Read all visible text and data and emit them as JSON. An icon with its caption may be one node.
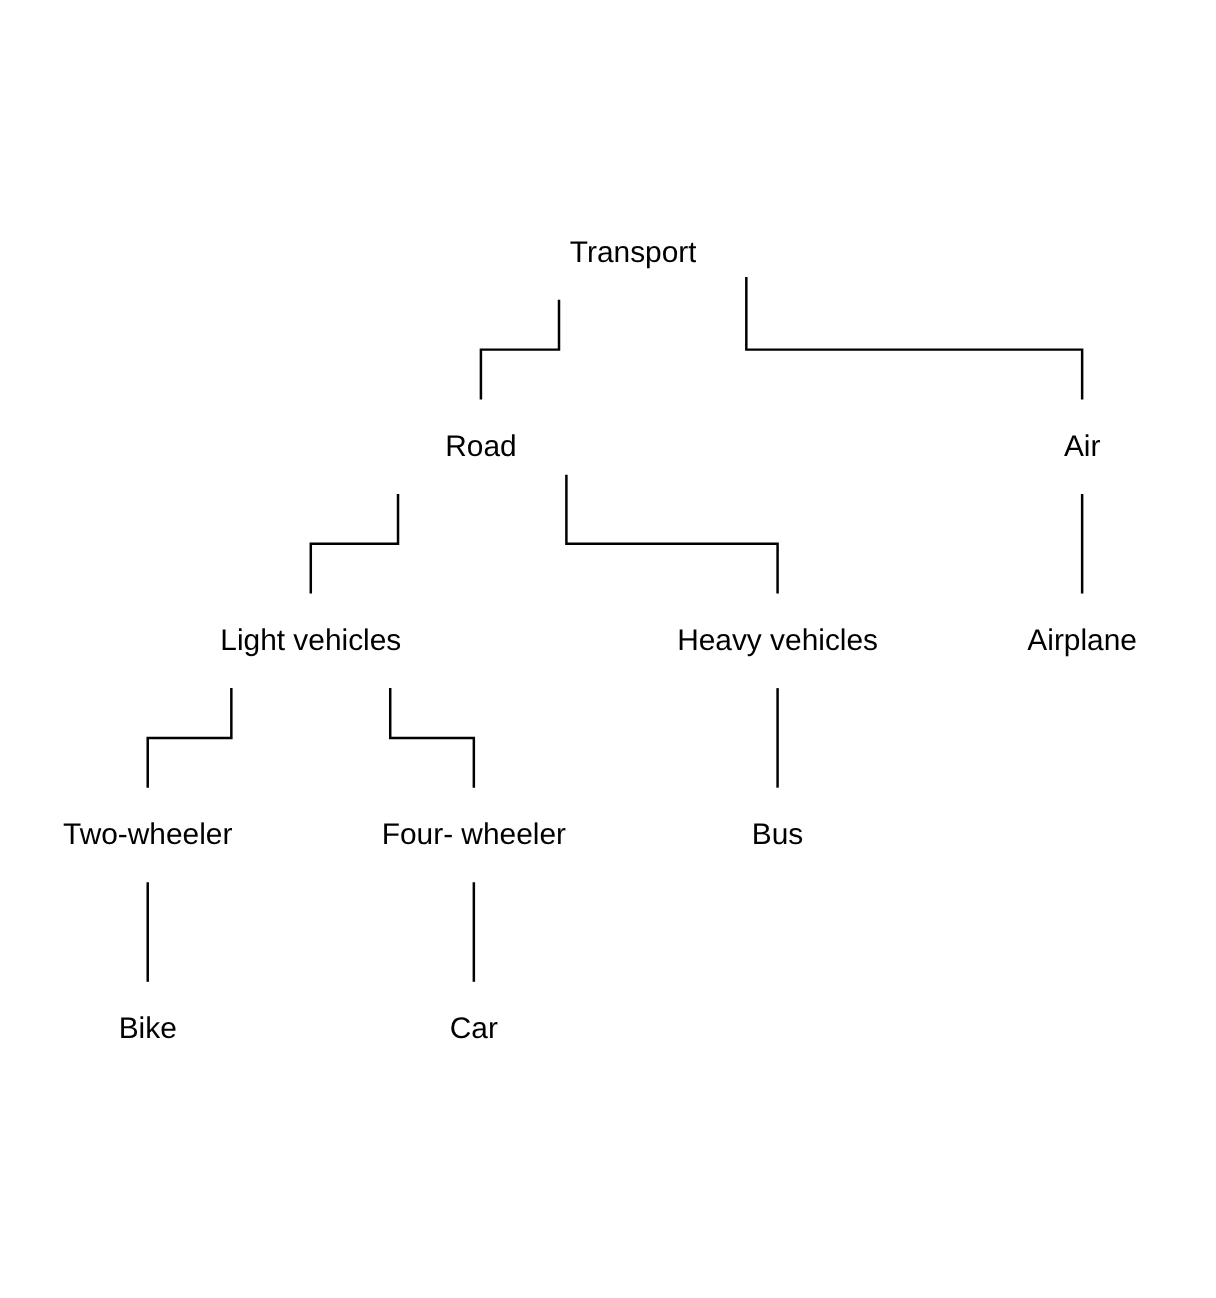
{
  "diagram": {
    "nodes": [
      {
        "text": [
          "Transport"
        ]
      },
      {
        "text": [
          "Air"
        ]
      },
      {
        "text": [
          "Road"
        ]
      },
      {
        "text": [
          "Heavy vehicles"
        ]
      },
      {
        "text": [
          "Light vehicles"
        ]
      },
      {
        "text": [
          "Two-wheeler"
        ]
      },
      {
        "text": [
          "Four- wheeler"
        ]
      },
      {
        "text": [
          "Airplane"
        ]
      },
      {
        "text": [
          "Bus"
        ]
      },
      {
        "text": [
          "Bike"
        ]
      },
      {
        "text": [
          "Car"
        ]
      }
    ],
    "edges": [
      {
        "from": 0,
        "to": 1,
        "arrow": "none"
      },
      {
        "from": 0,
        "to": 2,
        "arrow": "none"
      },
      {
        "from": 2,
        "to": 3,
        "arrow": "none"
      },
      {
        "from": 2,
        "to": 4,
        "arrow": "none"
      },
      {
        "from": 4,
        "to": 5,
        "arrow": "none"
      },
      {
        "from": 4,
        "to": 6,
        "arrow": "none"
      },
      {
        "from": 1,
        "to": 7,
        "arrow": "none"
      },
      {
        "from": 3,
        "to": 8,
        "arrow": "none"
      },
      {
        "from": 5,
        "to": 9,
        "arrow": "none"
      },
      {
        "from": 6,
        "to": 10,
        "arrow": "none"
      }
    ]
  }
}
